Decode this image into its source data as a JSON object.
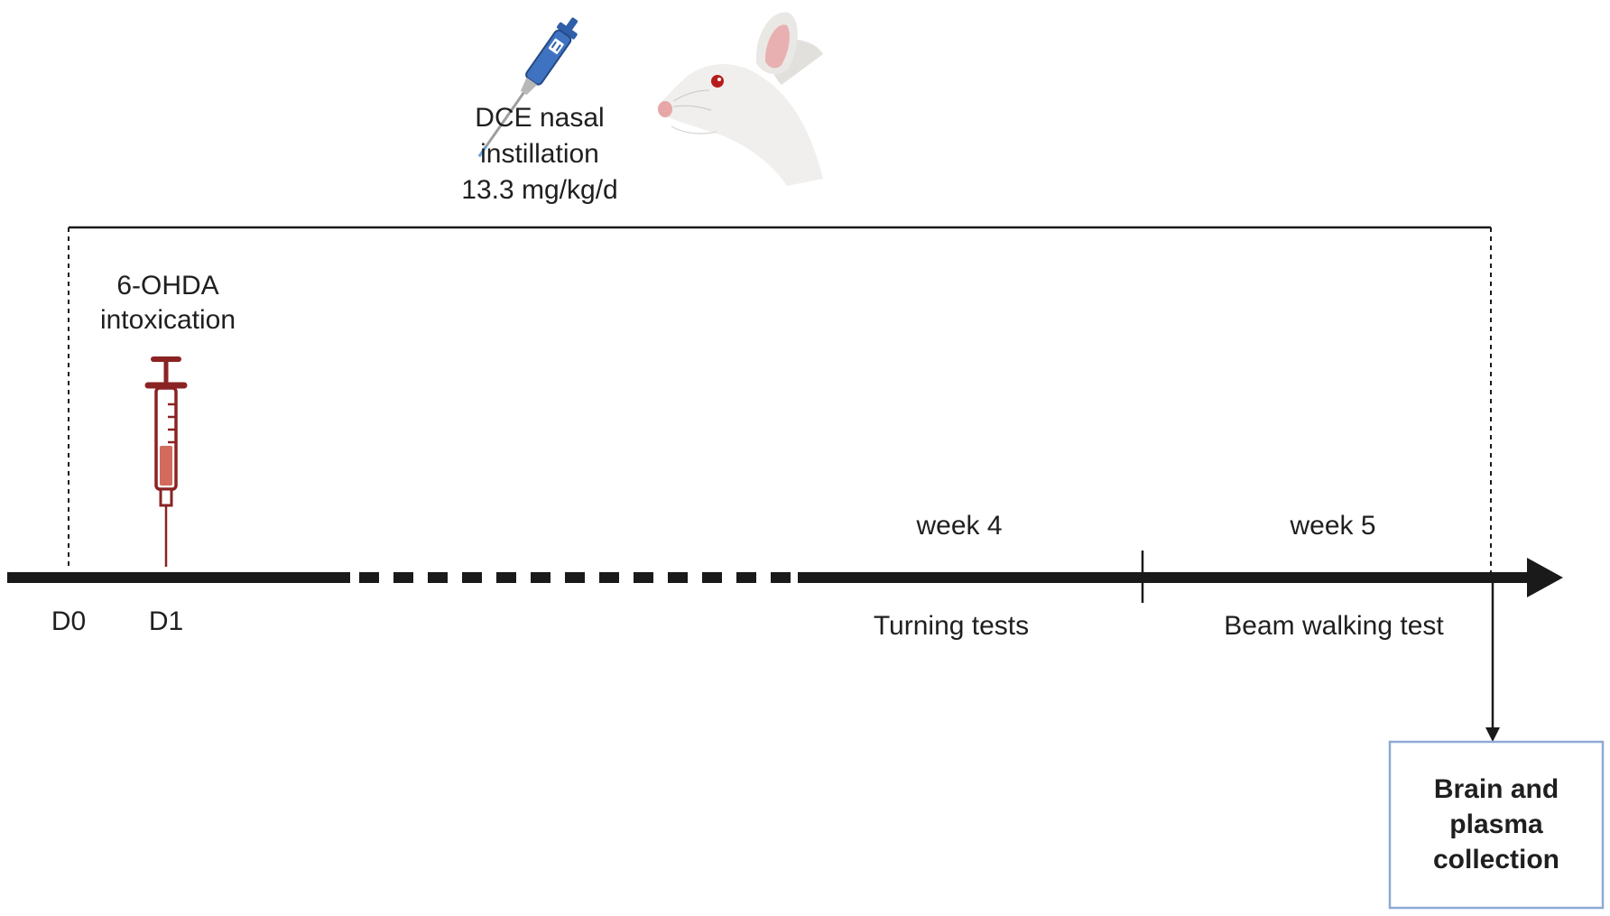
{
  "treatment": {
    "line1": "DCE nasal",
    "line2": "instillation",
    "line3": "13.3 mg/kg/d"
  },
  "intoxication": {
    "line1": "6-OHDA",
    "line2": "intoxication"
  },
  "timeline": {
    "d0": "D0",
    "d1": "D1",
    "week4": "week 4",
    "week5": "week 5",
    "test4": "Turning tests",
    "test5": "Beam walking test"
  },
  "collection": {
    "line1": "Brain and",
    "line2": "plasma",
    "line3": "collection"
  },
  "colors": {
    "timeline": "#1a1a1a",
    "syringe": "#8b2323",
    "syringe_fill": "#d26b5e",
    "pipette": "#2f5fa8",
    "box_border": "#8fa9d6"
  },
  "icons": {
    "pipette": "pipette-icon",
    "rat": "rat-icon",
    "syringe": "syringe-icon"
  }
}
